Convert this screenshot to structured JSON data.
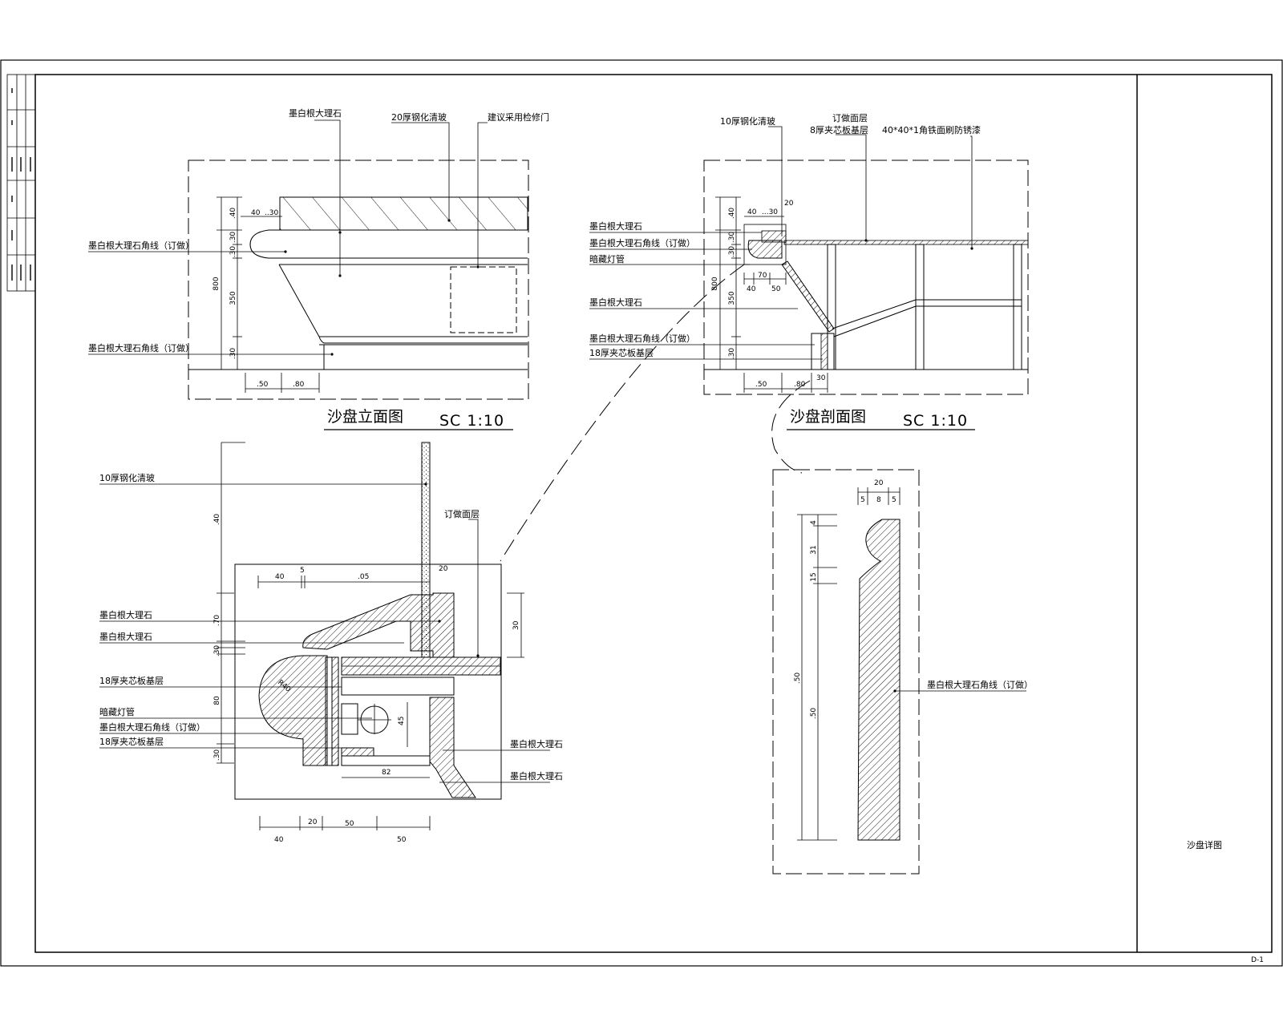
{
  "sheet": {
    "title_block_label": "沙盘详图"
  },
  "elevation": {
    "title": "沙盘立面图",
    "scale": "SC  1:10",
    "labels": [
      "墨白根大理石",
      "20厚钢化清玻",
      "建议采用检修门",
      "墨白根大理石角线（订做）",
      "墨白根大理石角线（订做）"
    ],
    "dims_left": [
      ".40",
      ".30",
      ".30",
      "350",
      "800",
      ".30"
    ],
    "dims_top": [
      "40",
      "..30"
    ],
    "dims_bottom": [
      ".50",
      ".80"
    ]
  },
  "section": {
    "title": "沙盘剖面图",
    "scale": "SC  1:10",
    "labels_top": [
      "10厚钢化清玻",
      "订做面层",
      "8厚夹芯板基层",
      "40*40*1角铁面刷防锈漆"
    ],
    "labels_left": [
      "墨白根大理石",
      "墨白根大理石角线（订做）",
      "暗藏灯管",
      "墨白根大理石",
      "墨白根大理石角线（订做）",
      "18厚夹芯板基层"
    ],
    "dims_left": [
      ".40",
      ".30",
      ".30",
      "350",
      "800",
      ".30"
    ],
    "dims_top": [
      "40",
      "...30",
      "20"
    ],
    "dims_mid": [
      "40",
      "70",
      "50"
    ],
    "dims_bottom": [
      ".50",
      ".80",
      "30"
    ]
  },
  "detail_a": {
    "labels_left": [
      "10厚钢化清玻",
      "墨白根大理石",
      "墨白根大理石",
      "18厚夹芯板基层",
      "暗藏灯管",
      "墨白根大理石角线（订做）",
      "18厚夹芯板基层"
    ],
    "labels_right": [
      "订做面层",
      "墨白根大理石",
      "墨白根大理石"
    ],
    "dims_top": [
      "40",
      "5",
      ".05",
      "20"
    ],
    "dims_left": [
      ".40",
      ".70",
      ".30",
      "80",
      ".30"
    ],
    "dims_inner": [
      "R40",
      "45",
      "82",
      "30"
    ],
    "dims_bottom_1": [
      "20",
      "50"
    ],
    "dims_bottom_2": [
      "40",
      "50"
    ]
  },
  "detail_b": {
    "label": "墨白根大理石角线（订做）",
    "dims_top": [
      "20",
      "5",
      "8",
      "5"
    ],
    "dims_left": [
      "4",
      "31",
      "15",
      ".50",
      ".50"
    ]
  },
  "sheet_no": "D-1"
}
